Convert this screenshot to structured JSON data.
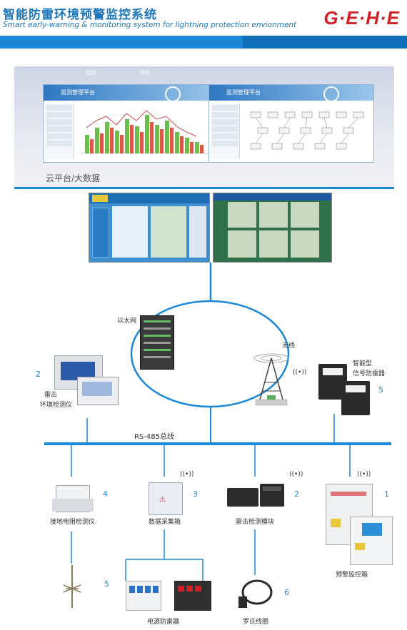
{
  "header": {
    "title_cn": "智能防雷环境预警监控系统",
    "title_en": "Smart early-warning & monitoring system for lightning protection envionment",
    "logo": "G·E·H·E"
  },
  "cloud": {
    "label": "云平台/大数据",
    "left_window_title": "监测管理平台",
    "right_window_title": "监测管理平台",
    "mini_tabs": [
      "监测",
      "消防"
    ]
  },
  "network": {
    "ethernet_label": "以太网",
    "wireless_label": "无线",
    "bus_label": "RS-485总线"
  },
  "devices": {
    "env_monitor": {
      "number": "2",
      "label_line1": "雷击",
      "label_line2": "环境检测仪"
    },
    "signal_spd": {
      "number": "5",
      "label_line1": "智能型",
      "label_line2": "信号防雷器"
    },
    "ground_res": {
      "number": "4",
      "label": "接地电阻检测仪"
    },
    "data_box": {
      "number": "3",
      "label": "数据采集箱"
    },
    "strike_module": {
      "number": "2",
      "label": "雷击检测模块"
    },
    "warning_box": {
      "number": "1",
      "label": "预警监控箱"
    },
    "power_spd": {
      "label": "电源防雷器"
    },
    "rogowski": {
      "number": "6",
      "label": "罗氏线圈"
    },
    "air_terminal": {
      "number": "5"
    }
  },
  "colors": {
    "brand_blue": "#1b87d6",
    "title_blue": "#1a76bd",
    "logo_red": "#d41f26"
  }
}
